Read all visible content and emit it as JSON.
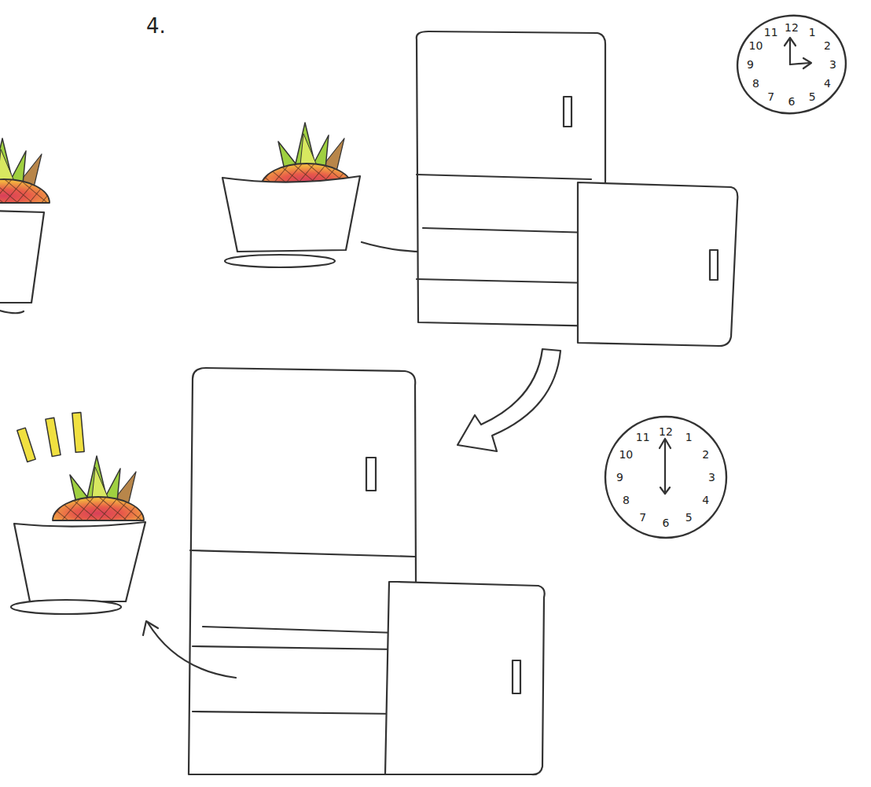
{
  "diagram": {
    "nodes": [
      {
        "text": [
          "12",
          "1",
          "2",
          "3",
          "4",
          "5",
          "6",
          "7",
          "8",
          "9",
          "10",
          "11"
        ]
      },
      {
        "text": [
          "12",
          "1",
          "2",
          "3",
          "4",
          "5",
          "6",
          "7",
          "8",
          "9",
          "10",
          "11"
        ]
      }
    ],
    "labels": [
      "4."
    ]
  }
}
